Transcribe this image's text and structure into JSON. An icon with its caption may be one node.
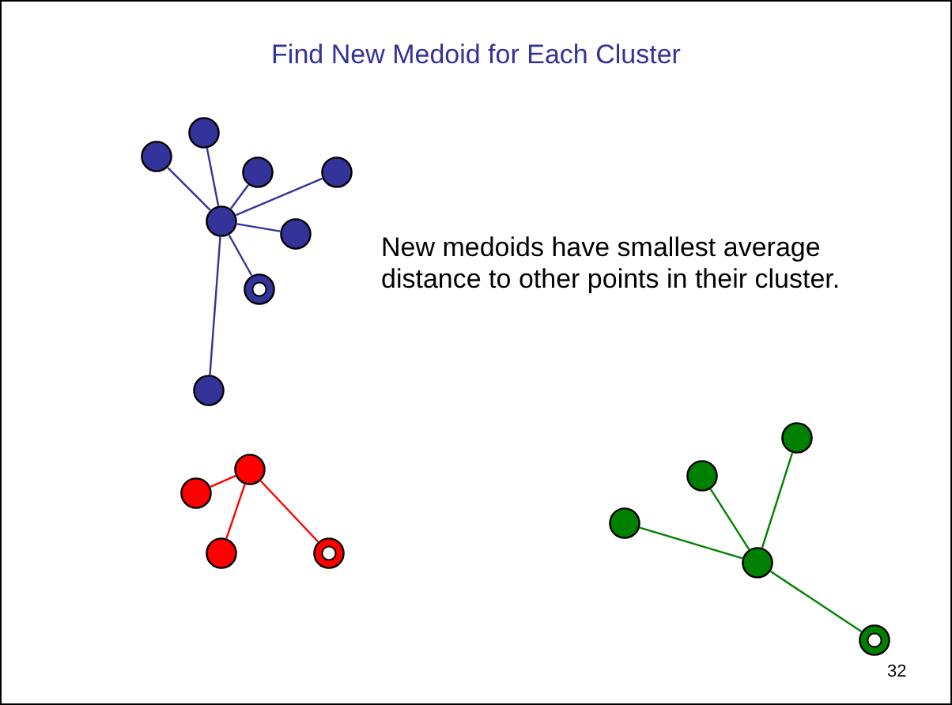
{
  "diagram": {
    "title": "Find New Medoid for Each Cluster",
    "nodes": [
      {
        "text": [],
        "shape": "circle"
      },
      {
        "text": [],
        "shape": "circle"
      },
      {
        "text": [],
        "shape": "circle"
      },
      {
        "text": [],
        "shape": "circle"
      },
      {
        "text": [],
        "shape": "circle"
      },
      {
        "text": [],
        "shape": "circle"
      },
      {
        "text": [],
        "shape": "ring"
      },
      {
        "text": [],
        "shape": "circle"
      },
      {
        "text": [],
        "shape": "circle"
      },
      {
        "text": [],
        "shape": "circle"
      },
      {
        "text": [],
        "shape": "circle"
      },
      {
        "text": [],
        "shape": "ring"
      },
      {
        "text": [],
        "shape": "circle"
      },
      {
        "text": [],
        "shape": "circle"
      },
      {
        "text": [],
        "shape": "circle"
      },
      {
        "text": [],
        "shape": "circle"
      },
      {
        "text": [],
        "shape": "ring"
      }
    ],
    "edges": [
      {
        "from": 1,
        "to": 0,
        "arrow": "none"
      },
      {
        "from": 2,
        "to": 0,
        "arrow": "none"
      },
      {
        "from": 3,
        "to": 0,
        "arrow": "none"
      },
      {
        "from": 4,
        "to": 0,
        "arrow": "none"
      },
      {
        "from": 5,
        "to": 0,
        "arrow": "none"
      },
      {
        "from": 6,
        "to": 0,
        "arrow": "none"
      },
      {
        "from": 7,
        "to": 0,
        "arrow": "none"
      },
      {
        "from": 9,
        "to": 8,
        "arrow": "none",
        "color": "#ff0000"
      },
      {
        "from": 10,
        "to": 8,
        "arrow": "none",
        "color": "#ff0000"
      },
      {
        "from": 11,
        "to": 8,
        "arrow": "none",
        "color": "#ff0000"
      },
      {
        "from": 13,
        "to": 12,
        "arrow": "none",
        "color": "#008000"
      },
      {
        "from": 14,
        "to": 12,
        "arrow": "none",
        "color": "#008000"
      },
      {
        "from": 15,
        "to": 12,
        "arrow": "none",
        "color": "#008000"
      },
      {
        "from": 16,
        "to": 12,
        "arrow": "none",
        "color": "#008000"
      }
    ],
    "labels": [
      "New medoids have smallest average distance to other points in their cluster.",
      "32"
    ]
  }
}
